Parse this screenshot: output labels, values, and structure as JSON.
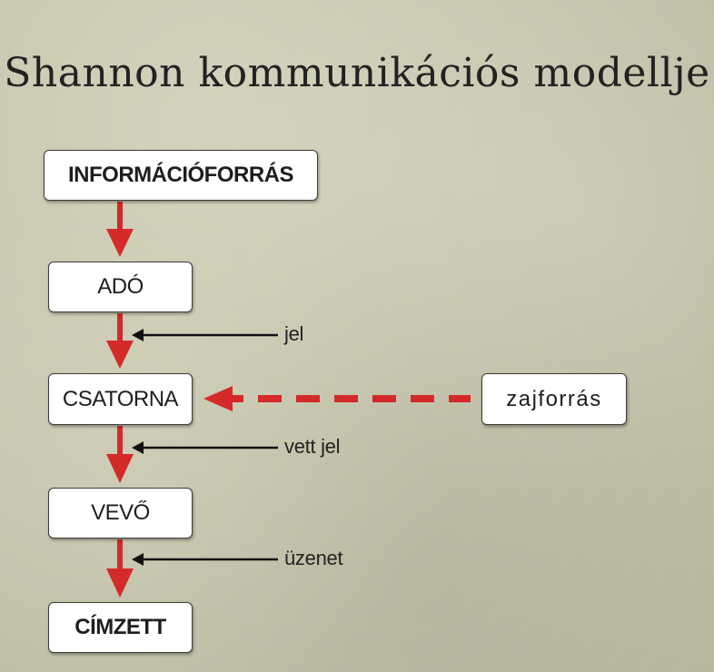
{
  "title": "Shannon kommunikációs modellje",
  "nodes": {
    "source": "INFORMÁCIÓFORRÁS",
    "transmitter": "ADÓ",
    "channel": "CSATORNA",
    "noise": "zajforrás",
    "receiver": "VEVŐ",
    "destination": "CÍMZETT"
  },
  "edge_labels": {
    "signal": "jel",
    "received_signal": "vett jel",
    "message": "üzenet"
  },
  "colors": {
    "flow_arrow": "#d42a2a",
    "label_arrow": "#111111",
    "box_border": "#3c3c38",
    "background": "#c9c8b0"
  }
}
